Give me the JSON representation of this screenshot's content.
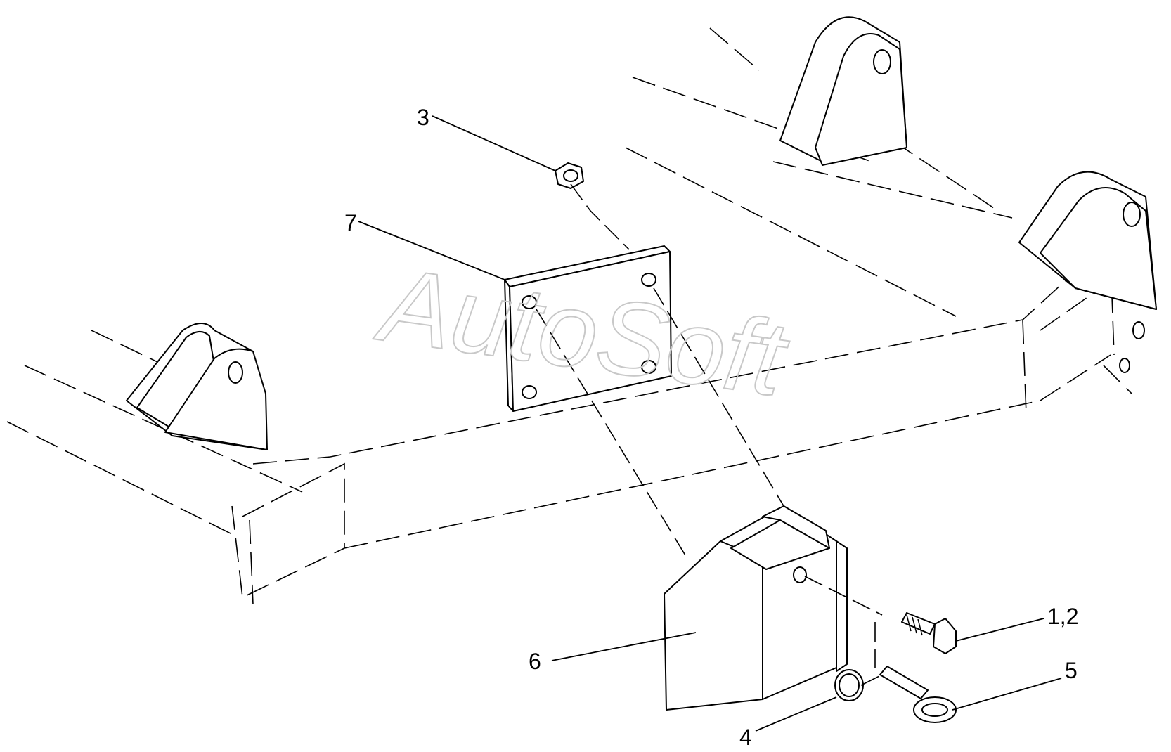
{
  "diagram": {
    "watermark": "AutoSoft",
    "callouts": [
      {
        "id": "c3",
        "label": "3"
      },
      {
        "id": "c7",
        "label": "7"
      },
      {
        "id": "c12",
        "label": "1,2"
      },
      {
        "id": "c5",
        "label": "5"
      },
      {
        "id": "c6",
        "label": "6"
      },
      {
        "id": "c4",
        "label": "4"
      }
    ],
    "colors": {
      "line": "#000000",
      "watermark": "#c8c8c8",
      "background": "#ffffff"
    }
  }
}
